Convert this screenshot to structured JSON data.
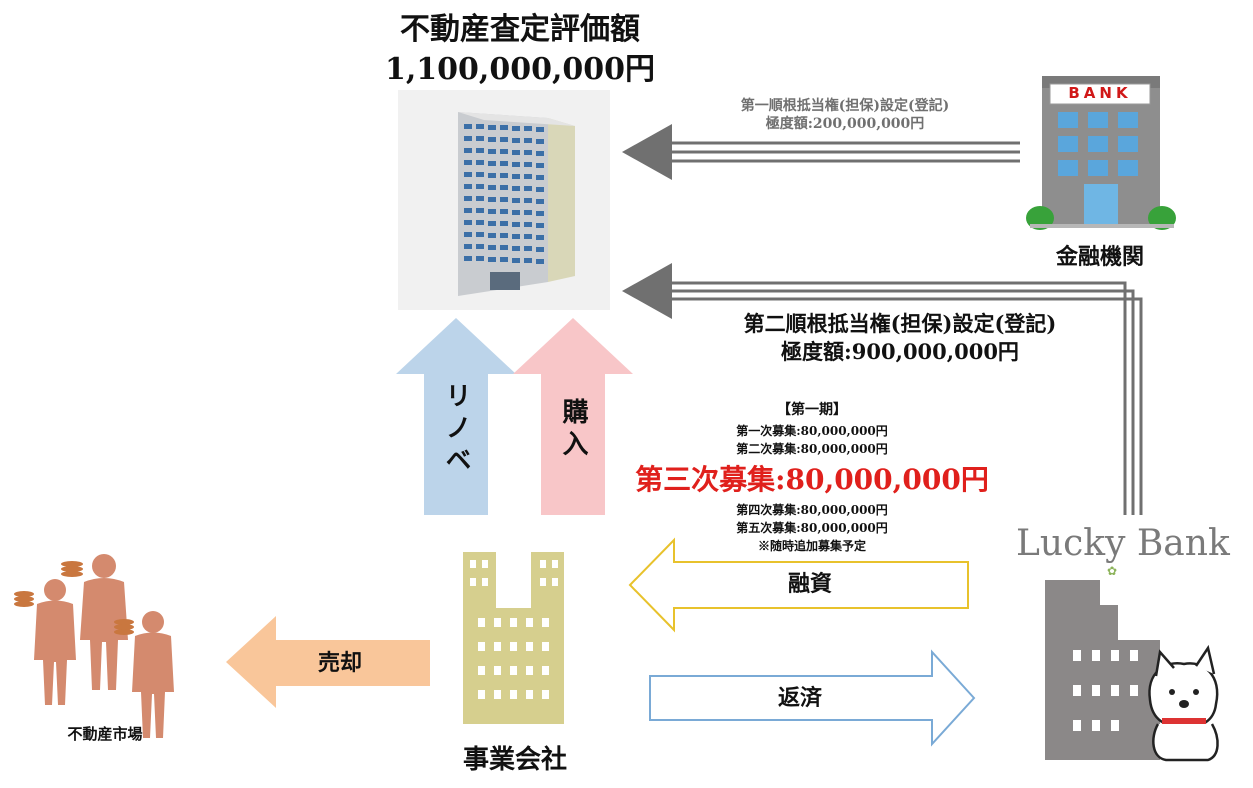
{
  "appraisal": {
    "title": "不動産査定評価額",
    "amount": "1,100,000,000円"
  },
  "bank": {
    "sign": "BANK",
    "label": "金融機関"
  },
  "first_mortgage": {
    "line1": "第一順根抵当権(担保)設定(登記)",
    "line2": "極度額:200,000,000円"
  },
  "second_mortgage": {
    "line1": "第二順根抵当権(担保)設定(登記)",
    "line2": "極度額:900,000,000円"
  },
  "arrows": {
    "renovation": "リノベ",
    "purchase": "購入",
    "financing": "融資",
    "repayment": "返済",
    "sale": "売却"
  },
  "fundraising": {
    "heading": "【第一期】",
    "round1": "第一次募集:80,000,000円",
    "round2": "第二次募集:80,000,000円",
    "round3": "第三次募集:80,000,000円",
    "round4": "第四次募集:80,000,000円",
    "round5": "第五次募集:80,000,000円",
    "note": "※随時追加募集予定"
  },
  "lucky_bank": {
    "logo": "Lucky Bank"
  },
  "company": {
    "label": "事業会社"
  },
  "market": {
    "label": "不動産市場"
  },
  "colors": {
    "highlight_red": "#e0201c",
    "arrow_blue": "#bcd4ea",
    "arrow_pink": "#f8c6c8",
    "arrow_orange": "#f9c69a",
    "financing_outline": "#e8c22c",
    "repayment_outline": "#7aaad6",
    "connector_gray": "#707070",
    "person_color": "#d48a6e",
    "company_building": "#d6cf8e"
  }
}
